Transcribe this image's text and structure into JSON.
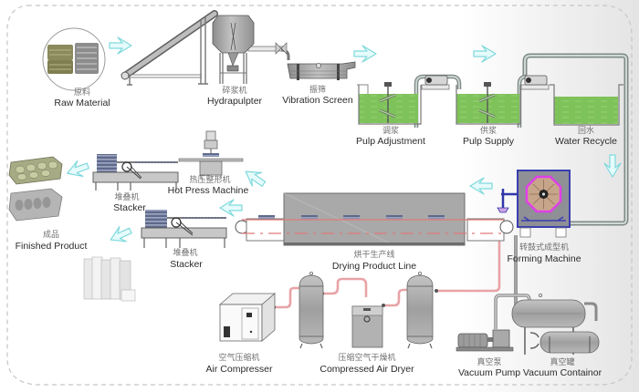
{
  "diagram": {
    "title": "Pulp Molding Egg Tray Production Line Process Flow",
    "colors": {
      "flow_arrow": "#7fd9dc",
      "pulp_green": "#7ec25a",
      "water_pipe": "#8e9a96",
      "air_pipe": "#e8a3a6",
      "vacuum_pipe": "#9a9a9a",
      "machine_gray": "#a9a9a9",
      "forming_frame": "#3a3fb0",
      "forming_drum": "#e040e8",
      "border_dash": "#c6c6c6"
    },
    "stations": [
      {
        "id": "raw-material",
        "cn": "原料",
        "en": "Raw Material"
      },
      {
        "id": "hydrapulpter",
        "cn": "碎浆机",
        "en": "Hydrapulpter"
      },
      {
        "id": "vibration-screen",
        "cn": "振筛",
        "en": "Vibration Screen"
      },
      {
        "id": "pulp-adjustment",
        "cn": "调浆",
        "en": "Pulp Adjustment"
      },
      {
        "id": "pulp-supply",
        "cn": "供浆",
        "en": "Pulp Supply"
      },
      {
        "id": "water-recycle",
        "cn": "回水",
        "en": "Water Recycle"
      },
      {
        "id": "forming-machine",
        "cn": "转鼓式成型机",
        "en": "Forming Machine"
      },
      {
        "id": "drying-line",
        "cn": "烘干生产线",
        "en": "Drying Product Line"
      },
      {
        "id": "hot-press",
        "cn": "热压整形机",
        "en": "Hot Press Machine"
      },
      {
        "id": "stacker-upper",
        "cn": "堆叠机",
        "en": "Stacker"
      },
      {
        "id": "stacker-lower",
        "cn": "堆叠机",
        "en": "Stacker"
      },
      {
        "id": "finished-product",
        "cn": "成品",
        "en": "Finished Product"
      },
      {
        "id": "air-compressor",
        "cn": "空气压缩机",
        "en": "Air Compresser"
      },
      {
        "id": "air-dryer",
        "cn": "压缩空气干燥机",
        "en": "Compressed Air Dryer"
      },
      {
        "id": "vacuum-pump",
        "cn": "真空泵",
        "en": "Vacuum Pump"
      },
      {
        "id": "vacuum-container",
        "cn": "真空罐",
        "en": "Vacuum Containor"
      }
    ],
    "flow": [
      "Raw Material → Hydrapulpter",
      "Hydrapulpter → Vibration Screen",
      "Vibration Screen → Pulp Adjustment",
      "Pulp Adjustment → Pulp Supply",
      "Pulp Supply → Water Recycle",
      "Water Recycle → Forming Machine",
      "Forming Machine → Drying Product Line",
      "Drying Product Line → Stacker / Hot Press Machine",
      "Hot Press Machine → Stacker",
      "Stacker → Finished Product",
      "Air Compresser → Compressed Air Dryer → Forming Machine",
      "Vacuum Pump → Vacuum Containor → Forming Machine"
    ]
  }
}
